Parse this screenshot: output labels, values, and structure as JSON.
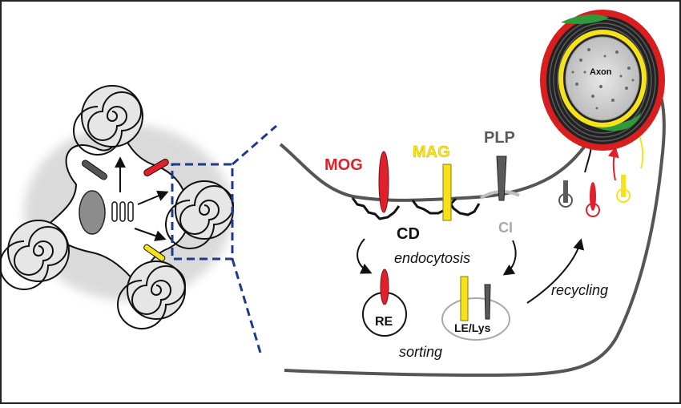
{
  "labels": {
    "mog": "MOG",
    "mag": "MAG",
    "plp": "PLP",
    "cd": "CD",
    "ci": "CI",
    "endocytosis": "endocytosis",
    "re": "RE",
    "le_lys": "LE/Lys",
    "sorting": "sorting",
    "recycling": "recycling",
    "axon": "Axon"
  },
  "colors": {
    "mog": "#e0202a",
    "mag": "#f5e21a",
    "plp": "#5a5a5a",
    "ci": "#a8a8a8",
    "zoom_box": "#1f3a8c",
    "myelin_outer": "#d81e1e",
    "myelin_green": "#2f9a3a"
  }
}
